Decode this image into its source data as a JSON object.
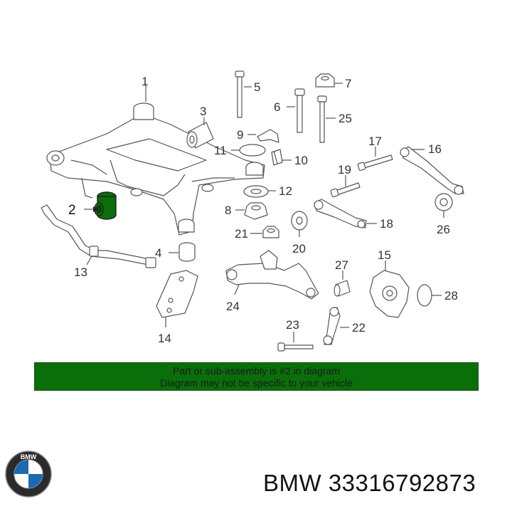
{
  "callouts": {
    "c1": "1",
    "c2": "2",
    "c3": "3",
    "c4": "4",
    "c5": "5",
    "c6": "6",
    "c7": "7",
    "c8": "8",
    "c9": "9",
    "c10": "10",
    "c11": "11",
    "c12": "12",
    "c13": "13",
    "c14": "14",
    "c15": "15",
    "c16": "16",
    "c17": "17",
    "c18": "18",
    "c19": "19",
    "c20": "20",
    "c21": "21",
    "c22": "22",
    "c23": "23",
    "c24": "24",
    "c25": "25",
    "c26": "26",
    "c27": "27",
    "c28": "28"
  },
  "banner": {
    "line1": "Part or sub-assembly is #2 in diagram",
    "line2": "Diagram may not be specific to your vehicle"
  },
  "footer": {
    "brand": "BMW",
    "part_number": "33316792873",
    "logo_letters": "BMW"
  },
  "colors": {
    "highlight": "#0a6e0a",
    "banner_bg": "#0a6e0a"
  }
}
